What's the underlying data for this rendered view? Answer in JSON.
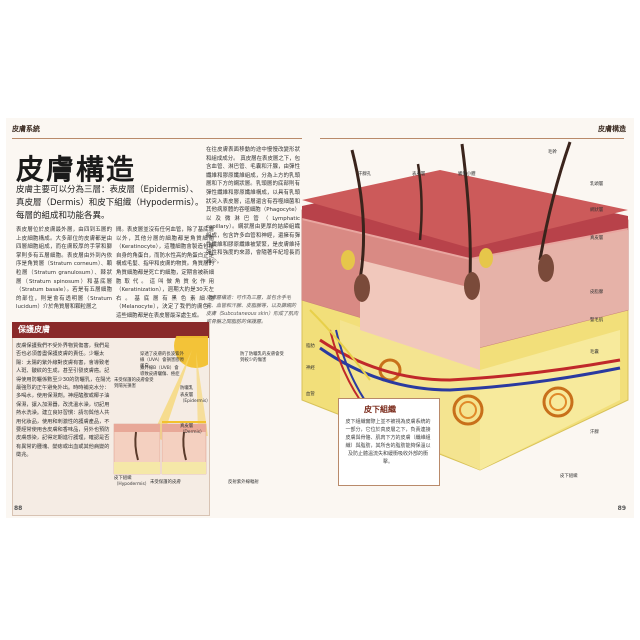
{
  "header": {
    "left": "皮膚系統",
    "right": "皮膚構造"
  },
  "title": "皮膚構造",
  "intro": "皮膚主要可以分為三層：表皮層（Epidermis）、真皮層（Dermis）和皮下組織（Hypodermis）。每層的組成和功能各異。",
  "col1": "表皮層位於皮膚最外層，由四到五層的上皮細胞構成。大多部位的皮膚都是由四層細胞組成，而在膚較厚的手掌和腳掌則多有五層細胞。表皮層由外到內依序是角質層（Stratum corneum）、顆粒層（Stratum granulosum）、棘狀層（Stratum spinosum）和基底層（Stratum basale）。若是有五層細胞的部位，則是會有透明層（Stratum lucidum）介於角質層和顆粒層之",
  "col2": "間。表皮層並沒有任何血管，除了基底層以外，其他分層的細胞都是角質細胞（Keratinocyte），這種細胞會製造包覆自身的角蛋白，而防水性高的角蛋白正是構成毛髮、指甲和皮膚的物質。角質層的角質細胞都是死亡的細胞，定期會被新細胞取代。這叫做角質化作用（Keratinization），週期大約是30天左右。基底層有黑色素細胞（Melanocyte），決定了我們的膚色。這些細胞都是在表皮層最深處生成。",
  "col3": "在往皮膚表面移動的途中慢慢改變形狀和組成成分。\n真皮層在表皮層之下，包含血管、淋巴管、毛囊和汗腺，由彈性纖維和膠原纖維組成，分為上方的乳頭層和下方的網狀層。乳頭層的底部則有彈性纖維和膠原纖維構成，以具有乳頭狀突入表皮層，這層還含有吞噬細菌和其他病原體的吞噬細胞（Phagocyte）以及微淋巴管（Lymphatic capillary）。網狀層由更厚的結締組織組成，包含許多血管和神經，還擁有彈性纖維和膠原纖維被緊緊，是皮膚維持彈性和強度的來源，會隨著年紀增長而減少。",
  "caption": "皮膚層構造：可作為三層，並包含手毛囊、血管和汗腺、皮脂腺等，以及篩網的皮膚（Subcutaneous skin）形成了肌肉或骨骼之間脂肪的保護層。",
  "box": {
    "title": "保護皮膚",
    "text": "皮膚保護我們不受外界物質傷害，我們是否也必須善盡保護皮膚的責任。少曬太陽：太陽的紫外線對皮膚有害，會導致老人斑、皺紋的生成，甚至引發皮膚癌。記得使用防曬係數至少30的防曬乳，在陽光最強烈的正午避免外出。時時補充水分：多喝水，使用保濕劑。神經醯胺或椰子油保濕，讓入加濕器，改洗溫水澡，切記用熱水洗澡。建立良好習慣：請勿與他人共用化妝品，使用和刺激性的護膚產品，不要經常使用含皮膚和香味品，另外也預防皮膚感染，記得定期進行護理，確認是否有異常的腫塊、變痣或出血或其他病變的徵兆。",
    "labels": {
      "uva": "穿透了皮膚的長波紫外線（UVA）會損害膠原蛋白",
      "uvb": "紫外線B（UVB）會導致皮膚曬傷、癌症",
      "unprotected": "未受保護的皮膚會受到陽光損害",
      "sunscreen": "防曬乳",
      "epidermis_label": "表皮層（Epidermis）",
      "dermis_label": "真皮層（Dermis）",
      "hypo_label": "皮下組織（Hypodermis）",
      "protected": "防了防曬乳的皮膚會受到較少的傷害",
      "cap_left": "未受保護的皮膚",
      "cap_right": "反射紫外線輻射"
    }
  },
  "diagram": {
    "labels": {
      "epidermis": "表皮層",
      "hair": "毛幹",
      "dermis": "真皮層",
      "pore": "汗腺孔",
      "sebaceous": "皮脂腺",
      "papilla": "乳頭層",
      "reticular": "網狀層",
      "nerve": "神經",
      "gland": "汗腺",
      "vessel": "血管",
      "follicle": "毛囊",
      "subcut": "皮下組織",
      "fat": "脂肪",
      "arrector": "豎毛肌",
      "corpuscle": "觸覺小體"
    }
  },
  "subbox": {
    "title": "皮下組織",
    "text": "皮下組織實際上並不被視為皮膚系統的一部分，它位於真皮層之下，負責連接皮膚與骨骼、肌肉下方的皮膚（纖維組織）與脂肪，其所含的脂肪能夠保溫以及防止體溫流失和緩衝吸收外部的衝擊。"
  },
  "pages": {
    "left": "88",
    "right": "89"
  }
}
